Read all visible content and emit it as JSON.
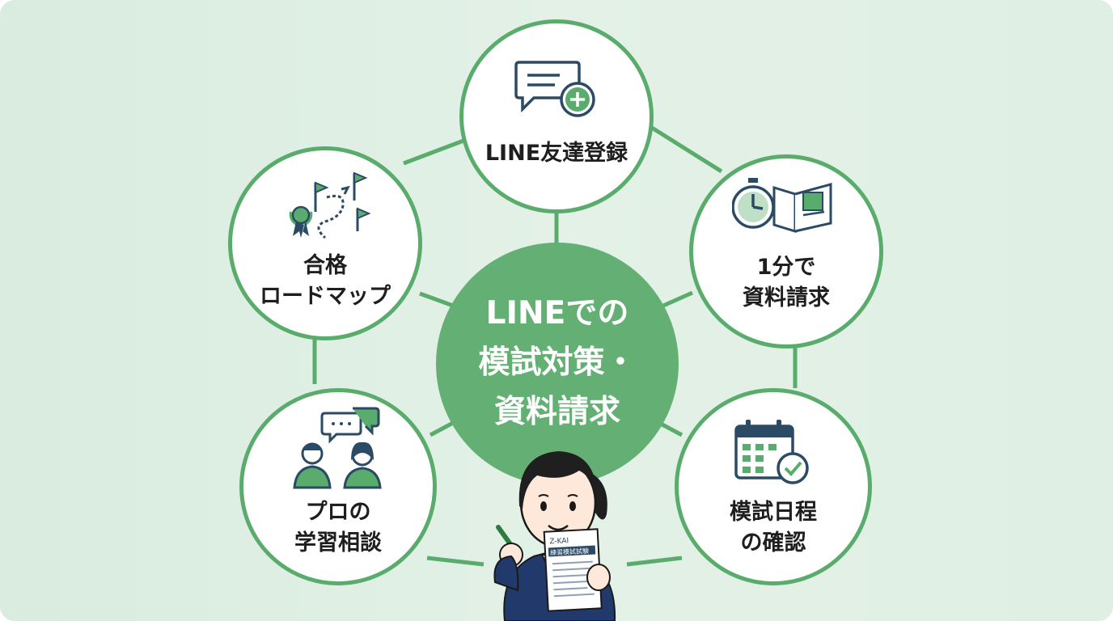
{
  "colors": {
    "accent": "#5aac6c",
    "center_fill": "#64b074",
    "icon_navy": "#2b4a66",
    "icon_green": "#5aac6c",
    "suit": "#223a6b"
  },
  "center": {
    "label": "LINEでの\n模試対策・\n資料請求"
  },
  "nodes": {
    "line_register": {
      "label": "LINE友達登録",
      "icon": "chat-plus-icon"
    },
    "document_request": {
      "label": "1分で\n資料請求",
      "icon": "stopwatch-brochure-icon"
    },
    "exam_schedule": {
      "label": "模試日程\nの確認",
      "icon": "calendar-check-icon"
    },
    "consultation": {
      "label": "プロの\n学習相談",
      "icon": "consultation-people-icon"
    },
    "roadmap": {
      "label": "合格\nロードマップ",
      "icon": "flags-roadmap-icon"
    }
  },
  "person": {
    "paper_brand": "Z-KAI",
    "paper_title": "練習模試試験"
  }
}
